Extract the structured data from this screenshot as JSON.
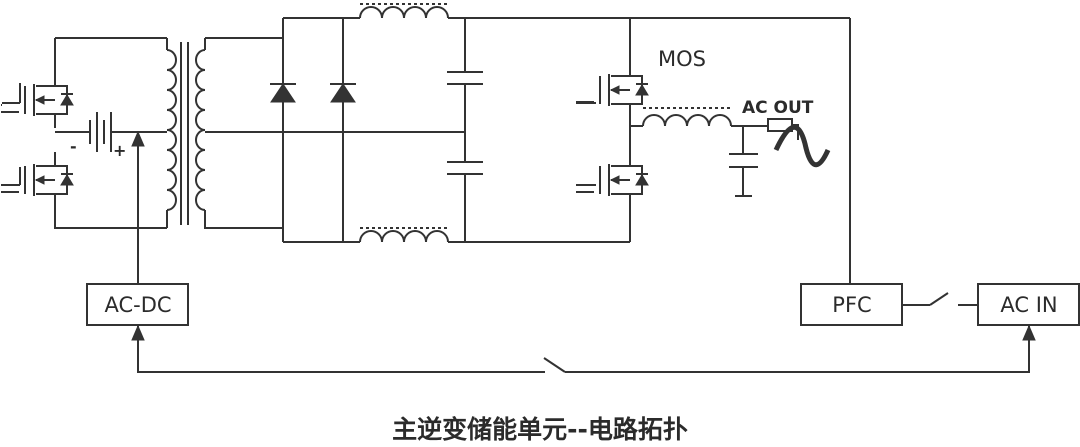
{
  "labels": {
    "mos": "MOS",
    "ac_out": "AC OUT",
    "ac_dc": "AC-DC",
    "pfc": "PFC",
    "ac_in": "AC IN",
    "battery_minus": "-",
    "battery_plus": "+"
  },
  "caption": "主逆变储能单元--电路拓扑",
  "colors": {
    "line": "#333333",
    "background": "#ffffff"
  }
}
